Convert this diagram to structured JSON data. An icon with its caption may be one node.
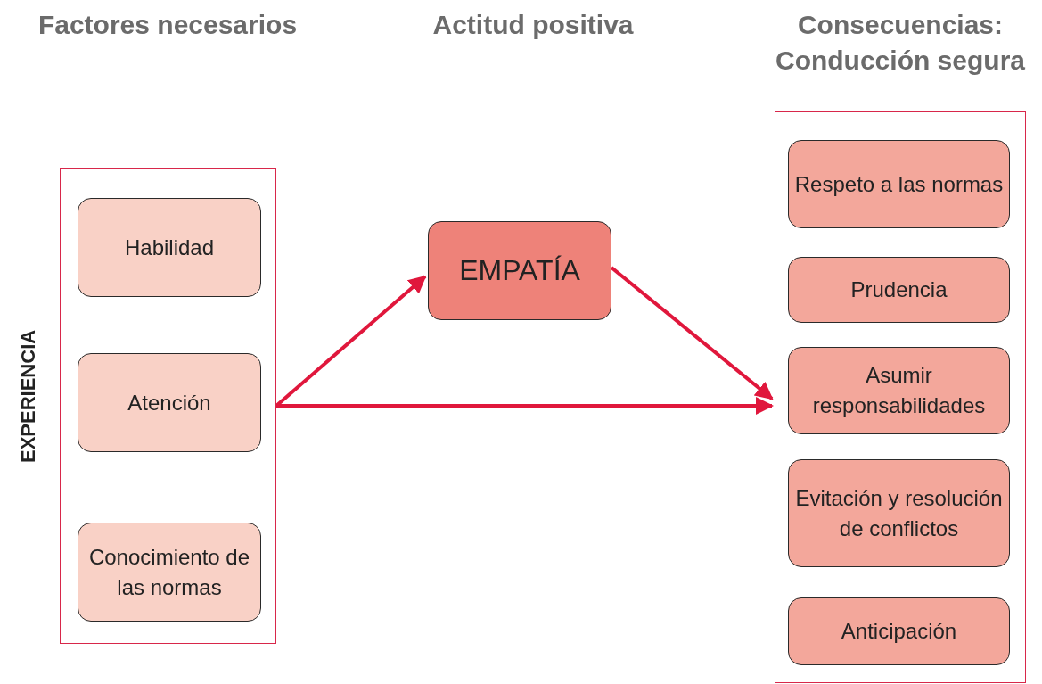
{
  "diagram": {
    "nodes": [
      {
        "text": [],
        "shape": "box",
        "beside": [
          "EXPERIENCIA"
        ]
      },
      {
        "text": [
          "Habilidad"
        ],
        "in": 0
      },
      {
        "text": [
          "Atención"
        ],
        "in": 0
      },
      {
        "text": [
          "Conocimiento de las normas"
        ],
        "in": 0
      },
      {
        "text": [
          "EMPATÍA"
        ]
      },
      {
        "text": [],
        "shape": "box"
      },
      {
        "text": [
          "Respeto a las normas"
        ],
        "in": 5
      },
      {
        "text": [
          "Prudencia"
        ],
        "in": 5
      },
      {
        "text": [
          "Asumir responsabilidades"
        ],
        "in": 5
      },
      {
        "text": [
          "Evitación y resolución de conflictos"
        ],
        "in": 5
      },
      {
        "text": [
          "Anticipación"
        ],
        "in": 5
      }
    ],
    "edges": [
      {
        "from": 0,
        "to": 4,
        "arrow": "to"
      },
      {
        "from": 4,
        "to": 5,
        "arrow": "to"
      },
      {
        "from": 0,
        "to": 5,
        "arrow": "to"
      }
    ],
    "labels": [
      "Factores necesarios",
      "Actitud positiva",
      "Consecuencias: Conducción segura"
    ]
  }
}
